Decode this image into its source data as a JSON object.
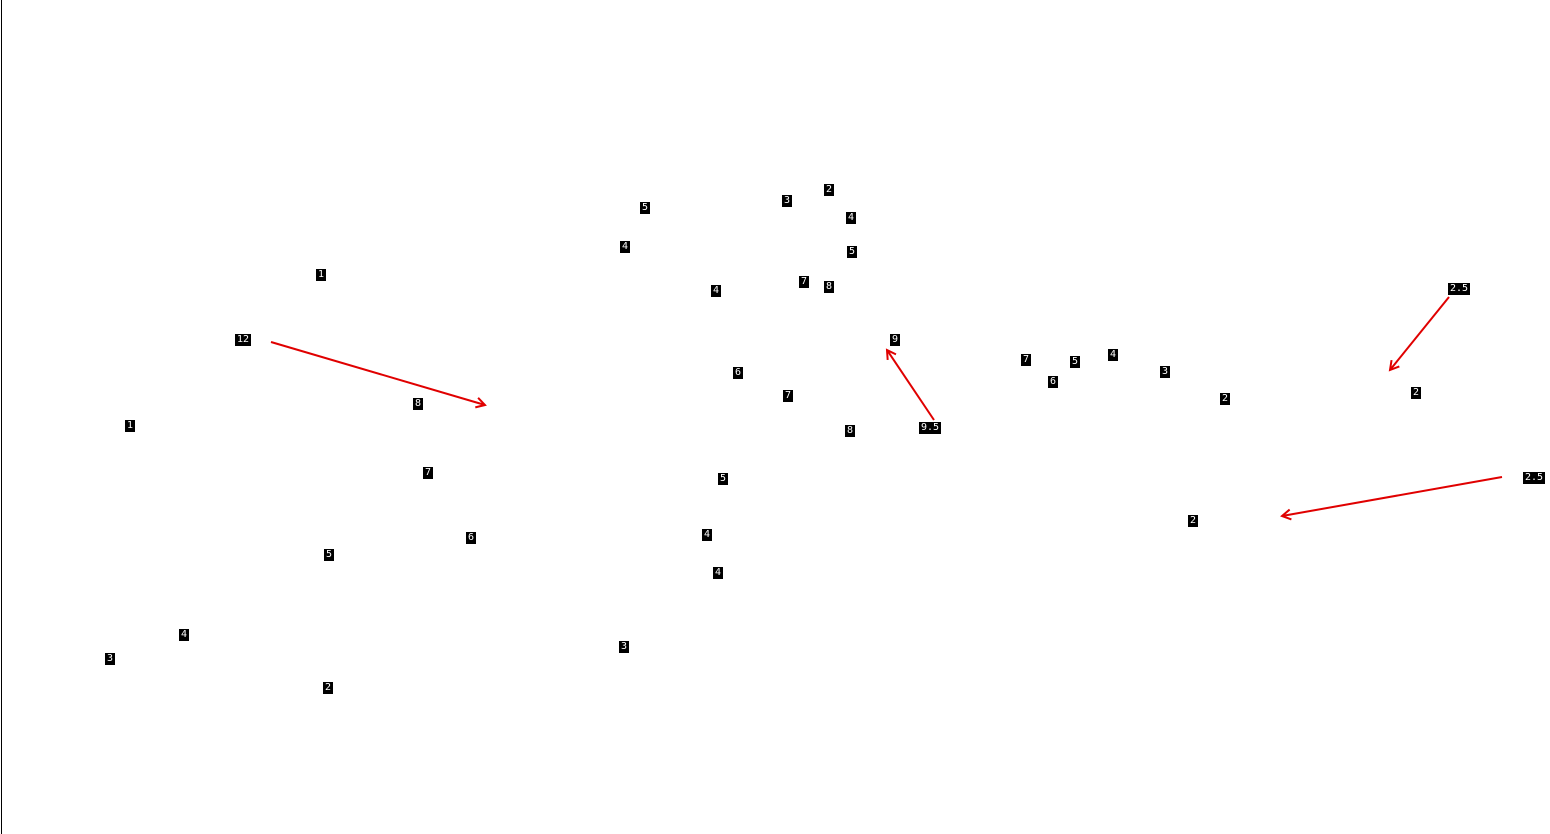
{
  "accent_color": "#e00000",
  "marker_color": "#000000",
  "marker_text_color": "#ffffff",
  "labels": [
    {
      "id": "l1",
      "text": "1"
    },
    {
      "id": "l2",
      "text": "12"
    },
    {
      "id": "l3",
      "text": "1"
    },
    {
      "id": "l4",
      "text": "8"
    },
    {
      "id": "l5",
      "text": "7"
    },
    {
      "id": "l6",
      "text": "6"
    },
    {
      "id": "l7",
      "text": "5"
    },
    {
      "id": "l8",
      "text": "4"
    },
    {
      "id": "l9",
      "text": "3"
    },
    {
      "id": "l10",
      "text": "2"
    },
    {
      "id": "l11",
      "text": "5"
    },
    {
      "id": "l12",
      "text": "4"
    },
    {
      "id": "l13",
      "text": "3"
    },
    {
      "id": "l14",
      "text": "2"
    },
    {
      "id": "l15",
      "text": "4"
    },
    {
      "id": "l16",
      "text": "5"
    },
    {
      "id": "l17",
      "text": "4"
    },
    {
      "id": "l18",
      "text": "7"
    },
    {
      "id": "l19",
      "text": "8"
    },
    {
      "id": "l20",
      "text": "9"
    },
    {
      "id": "l21",
      "text": "6"
    },
    {
      "id": "l22",
      "text": "7"
    },
    {
      "id": "l23",
      "text": "8"
    },
    {
      "id": "l24",
      "text": "9.5"
    },
    {
      "id": "l25",
      "text": "5"
    },
    {
      "id": "l26",
      "text": "4"
    },
    {
      "id": "l27",
      "text": "4"
    },
    {
      "id": "l28",
      "text": "3"
    },
    {
      "id": "l29",
      "text": "7"
    },
    {
      "id": "l30",
      "text": "5"
    },
    {
      "id": "l31",
      "text": "4"
    },
    {
      "id": "l32",
      "text": "6"
    },
    {
      "id": "l33",
      "text": "3"
    },
    {
      "id": "l34",
      "text": "2"
    },
    {
      "id": "l35",
      "text": "2.5"
    },
    {
      "id": "l36",
      "text": "2"
    },
    {
      "id": "l37",
      "text": "2.5"
    },
    {
      "id": "l38",
      "text": "2"
    }
  ],
  "arrows": [
    {
      "id": "a1",
      "from_label": "l2"
    },
    {
      "id": "a2",
      "from_label": "l24"
    },
    {
      "id": "a3",
      "from_label": "l35"
    },
    {
      "id": "a4",
      "from_label": "l37"
    }
  ]
}
